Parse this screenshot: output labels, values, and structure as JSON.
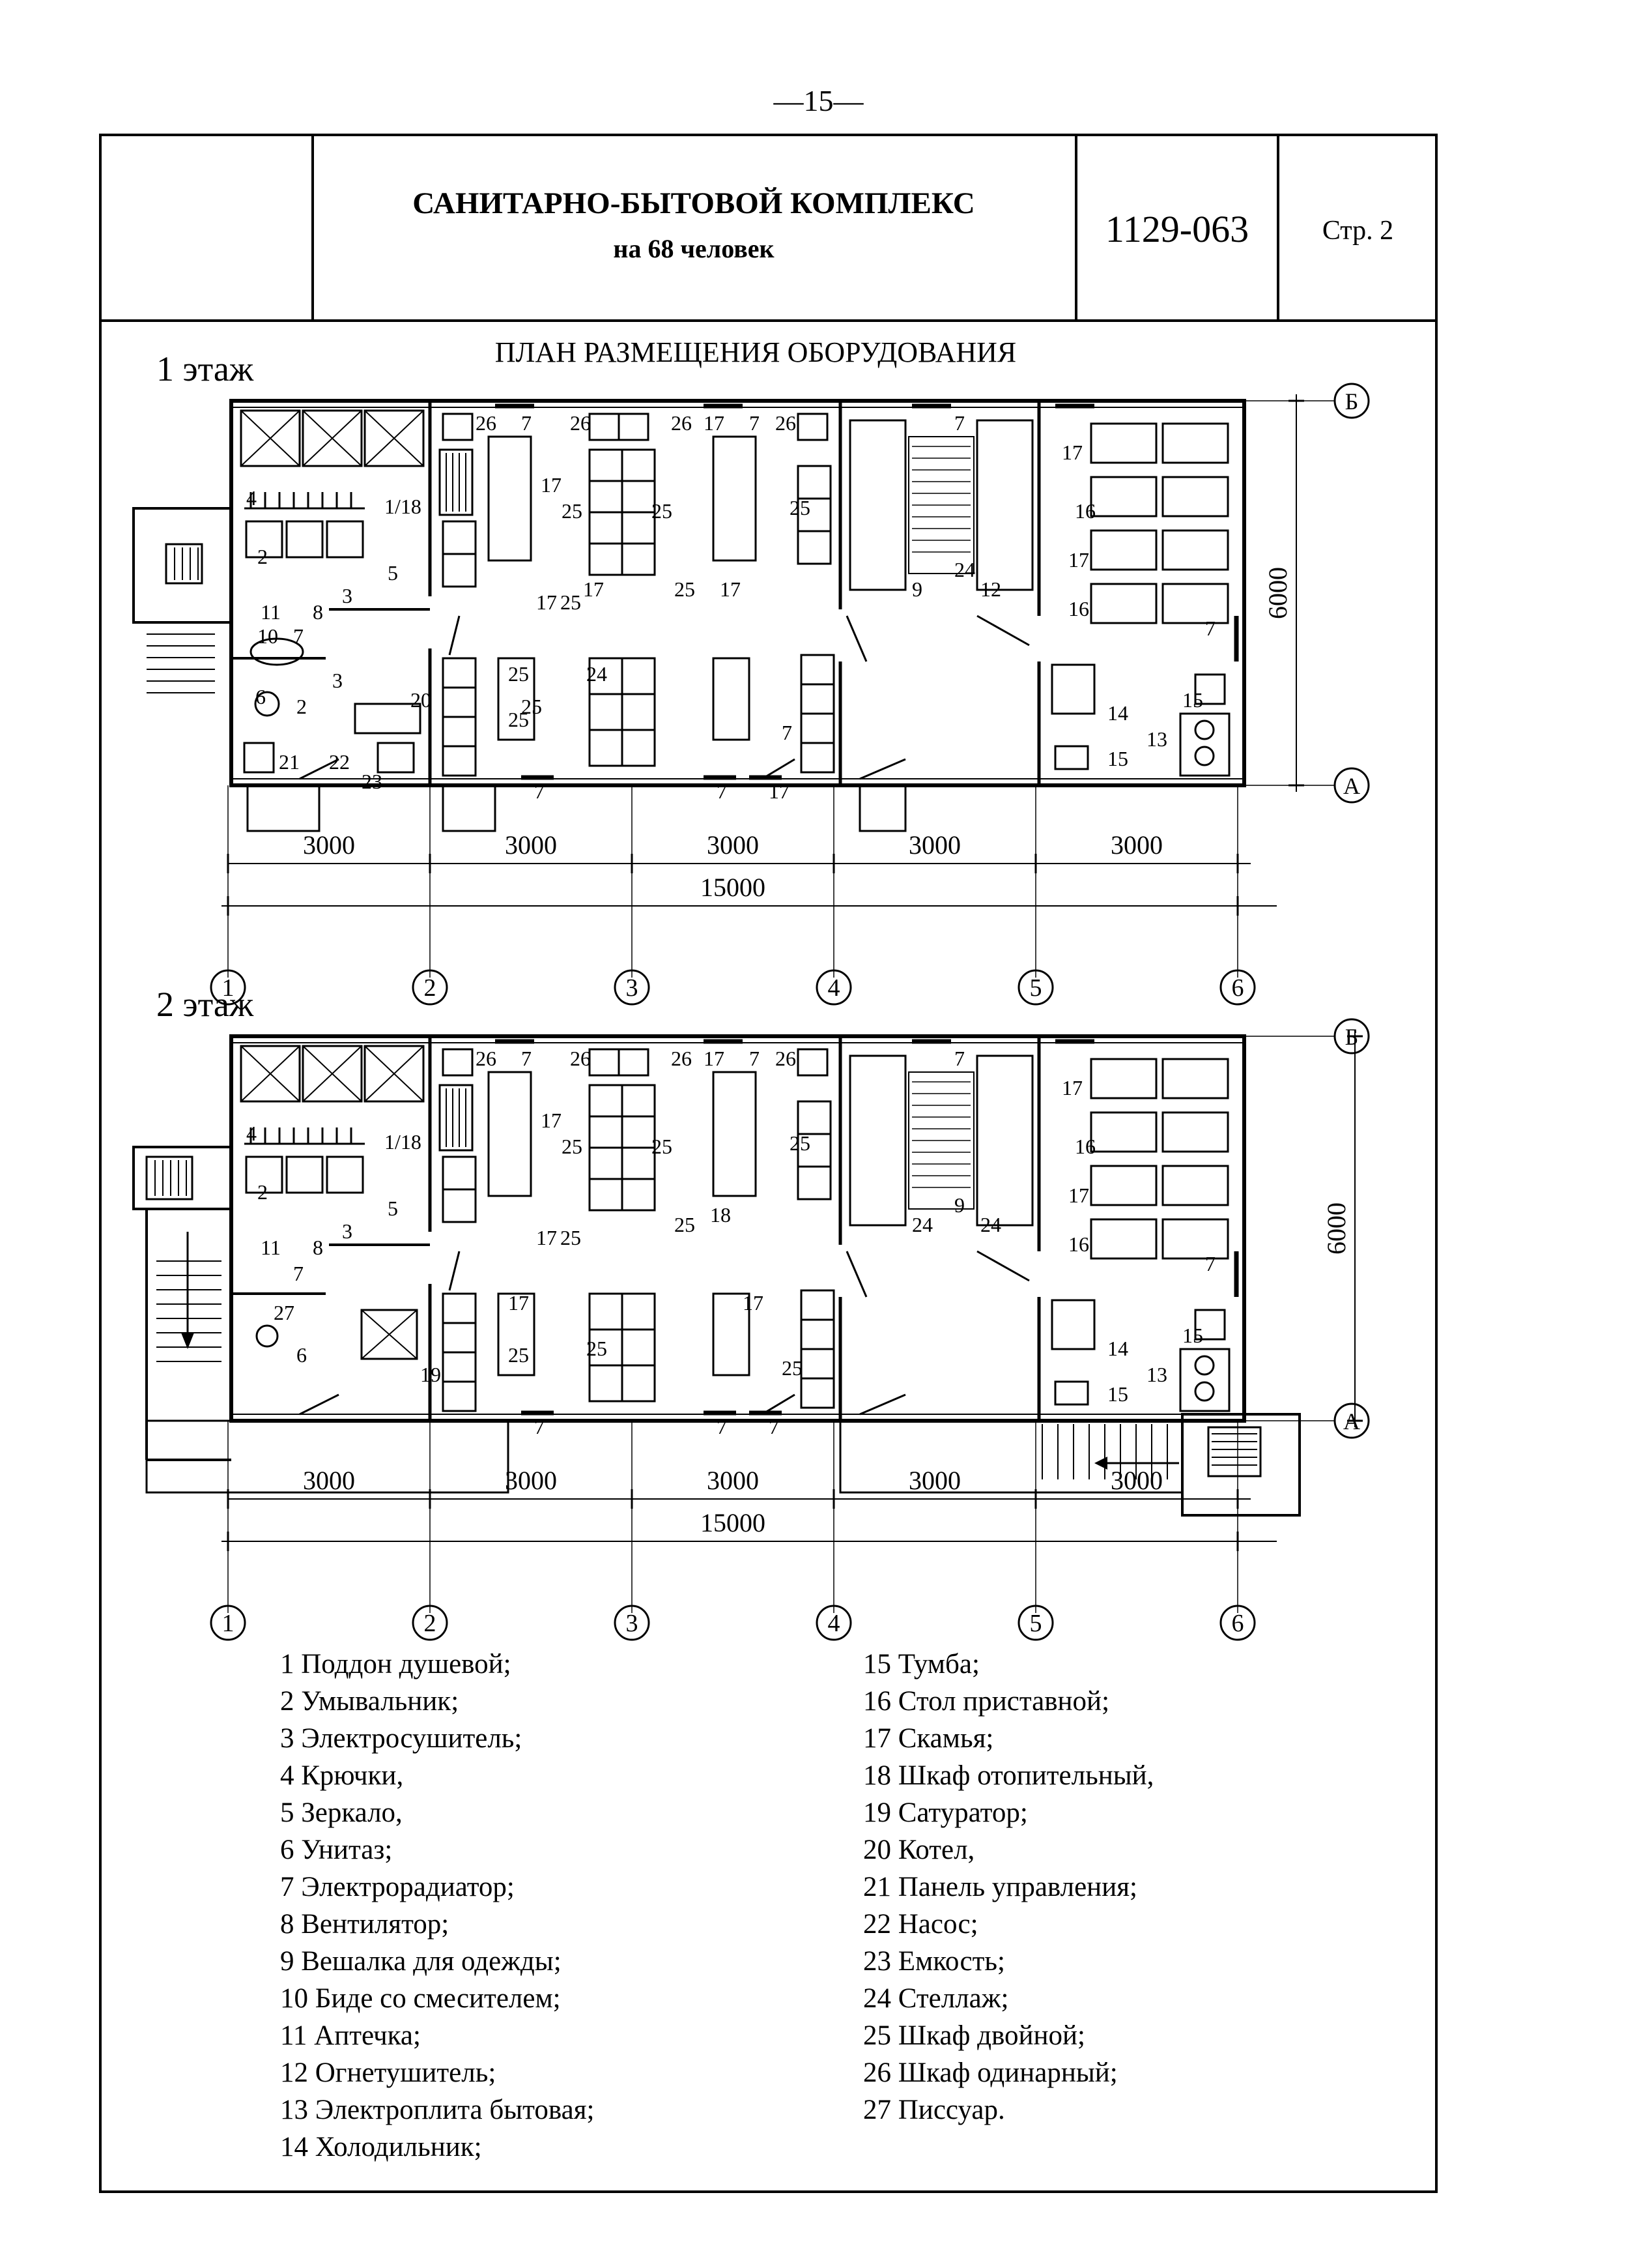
{
  "page_number": "—15—",
  "header": {
    "title": "САНИТАРНО-БЫТОВОЙ КОМПЛЕКС",
    "subtitle": "на 68 человек",
    "code": "1129-063",
    "sheet": "Стр. 2"
  },
  "plan_title": "ПЛАН РАЗМЕЩЕНИЯ ОБОРУДОВАНИЯ",
  "floors": [
    {
      "label": "1 этаж"
    },
    {
      "label": "2 этаж"
    }
  ],
  "dimensions": {
    "bays": [
      "3000",
      "3000",
      "3000",
      "3000",
      "3000"
    ],
    "total": "15000",
    "depth": "6000"
  },
  "axes": {
    "numbers": [
      "1",
      "2",
      "3",
      "4",
      "5",
      "6"
    ],
    "letters": [
      "Б",
      "А"
    ]
  },
  "floor1_tags": [
    "4",
    "1/18",
    "2",
    "5",
    "3",
    "11",
    "8",
    "10",
    "7",
    "6",
    "3",
    "2",
    "21",
    "22",
    "23",
    "20",
    "26",
    "7",
    "17",
    "25",
    "25",
    "17",
    "25",
    "26",
    "26",
    "17",
    "7",
    "26",
    "25",
    "17",
    "25",
    "17",
    "25",
    "25",
    "7",
    "7",
    "7",
    "17",
    "25",
    "24",
    "9",
    "24",
    "12",
    "7",
    "17",
    "16",
    "17",
    "16",
    "7",
    "14",
    "15",
    "13",
    "15"
  ],
  "floor2_tags": [
    "4",
    "1/18",
    "2",
    "5",
    "3",
    "11",
    "8",
    "7",
    "27",
    "6",
    "19",
    "26",
    "7",
    "17",
    "25",
    "25",
    "17",
    "25",
    "26",
    "26",
    "17",
    "7",
    "26",
    "25",
    "18",
    "25",
    "17",
    "25",
    "25",
    "7",
    "7",
    "7",
    "17",
    "25",
    "24",
    "9",
    "24",
    "7",
    "17",
    "16",
    "17",
    "16",
    "7",
    "14",
    "15",
    "13",
    "15"
  ],
  "legend_left": [
    "1 Поддон душевой;",
    "2 Умывальник;",
    "3 Электросушитель;",
    "4 Крючки,",
    "5 Зеркало,",
    "6 Унитаз;",
    "7 Электрорадиатор;",
    "8 Вентилятор;",
    "9 Вешалка для одежды;",
    "10 Биде со смесителем;",
    "11 Аптечка;",
    "12 Огнетушитель;",
    "13 Электроплита бытовая;",
    "14 Холодильник;"
  ],
  "legend_right": [
    "15 Тумба;",
    "16 Стол приставной;",
    "17 Скамья;",
    "18 Шкаф отопительный,",
    "19 Сатуратор;",
    "20 Котел,",
    "21 Панель управления;",
    "22 Насос;",
    "23 Емкость;",
    "24 Стеллаж;",
    "25 Шкаф двойной;",
    "26 Шкаф одинарный;",
    "27 Писсуар."
  ]
}
